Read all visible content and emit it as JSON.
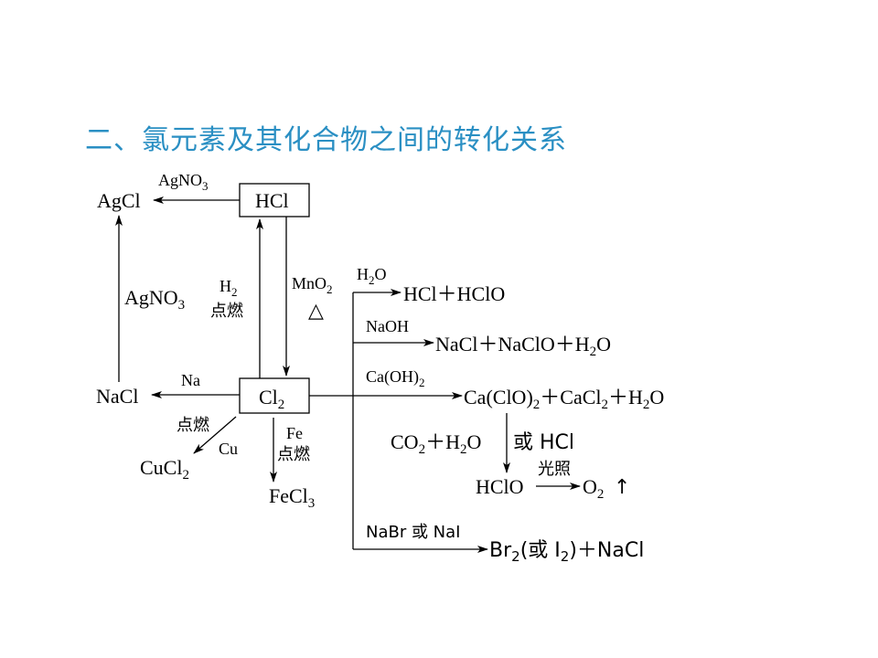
{
  "title": "二、氯元素及其化合物之间的转化关系",
  "nodes": {
    "hcl": "HCl",
    "cl2": "Cl",
    "cl2_sub": "2",
    "agcl": "AgCl",
    "nacl": "NaCl",
    "cucl2": "CuCl",
    "cucl2_sub": "2",
    "fecl3": "FeCl",
    "fecl3_sub": "3"
  },
  "labels": {
    "agno3_top": "AgNO",
    "agno3_top_sub": "3",
    "agno3_left": "AgNO",
    "agno3_left_sub": "3",
    "h2": "H",
    "h2_sub": "2",
    "ignite1": "点燃",
    "mno2": "MnO",
    "mno2_sub": "2",
    "heat": "△",
    "na": "Na",
    "ignite2": "点燃",
    "cu": "Cu",
    "fe": "Fe",
    "ignite3": "点燃"
  },
  "reactions": {
    "r1_reagent_a": "H",
    "r1_reagent_sub": "2",
    "r1_reagent_b": "O",
    "r1_product": "HCl＋HClO",
    "r2_reagent": "NaOH",
    "r2_product_a": "NaCl＋NaClO＋H",
    "r2_product_sub": "2",
    "r2_product_b": "O",
    "r3_reagent": "Ca(OH)",
    "r3_reagent_sub": "2",
    "r3_product_a": "Ca(ClO)",
    "r3_product_sub1": "2",
    "r3_product_b": "＋CaCl",
    "r3_product_sub2": "2",
    "r3_product_c": "＋H",
    "r3_product_sub3": "2",
    "r3_product_d": "O",
    "r4_reagent_a": "CO",
    "r4_reagent_sub1": "2",
    "r4_reagent_b": "＋H",
    "r4_reagent_sub2": "2",
    "r4_reagent_c": "O",
    "r4_reagent_d": "或 HCl",
    "r4_product": "HClO",
    "r5_condition": "光照",
    "r5_product": "O",
    "r5_product_sub": "2",
    "r5_gas": "↑",
    "r6_reagent": "NaBr 或 NaI",
    "r6_product_a": "Br",
    "r6_product_sub1": "2",
    "r6_product_b": "(或 I",
    "r6_product_sub2": "2",
    "r6_product_c": ")＋NaCl"
  }
}
